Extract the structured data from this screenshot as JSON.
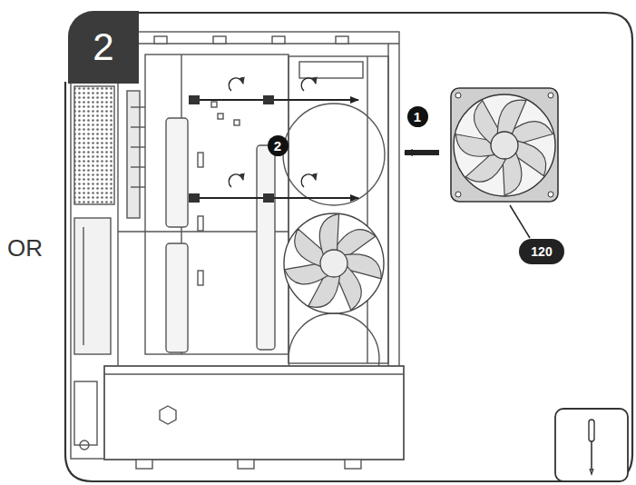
{
  "diagram": {
    "nodes": [
      {
        "text": [
          "2"
        ]
      },
      {
        "text": [
          "1"
        ]
      },
      {
        "text": [
          "2"
        ]
      },
      {
        "text": [
          "120"
        ]
      }
    ],
    "labels": [
      "OR"
    ]
  }
}
